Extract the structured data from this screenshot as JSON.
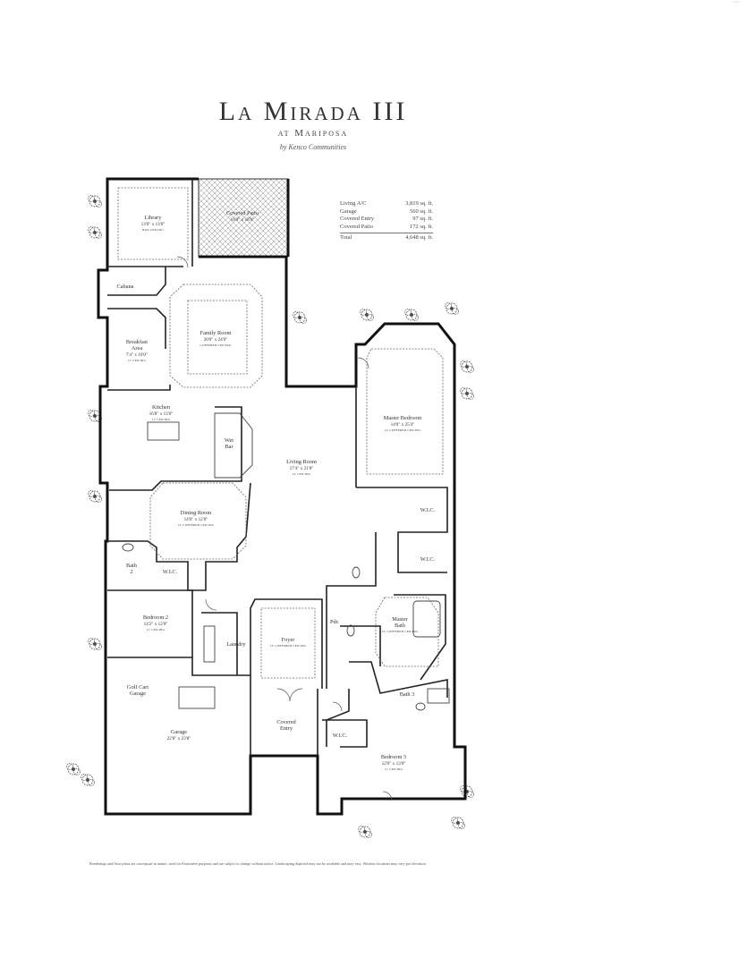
{
  "header": {
    "title": "La Mirada III",
    "subtitle": "at Mariposa",
    "byline": "by Kenco Communities"
  },
  "areas": [
    {
      "label": "Living A/C",
      "value": "3,819 sq. ft."
    },
    {
      "label": "Garage",
      "value": "560 sq. ft."
    },
    {
      "label": "Covered Entry",
      "value": "97 sq. ft."
    },
    {
      "label": "Covered Patio",
      "value": "172 sq. ft."
    }
  ],
  "total": {
    "label": "Total",
    "value": "4,648 sq. ft."
  },
  "rooms": {
    "library": {
      "name": "Library",
      "dims": "13'0\" x 13'0\"",
      "ceiling": "BOX CEILING"
    },
    "covered_patio": {
      "name": "Covered Patio",
      "dims": "14'0\" x 18'0\""
    },
    "cabana": {
      "name": "Cabana"
    },
    "family_room": {
      "name": "Family Room",
      "dims": "20'0\" x 24'0\"",
      "ceiling": "COFFERED CEILING"
    },
    "breakfast": {
      "name": "Breakfast",
      "name2": "Area",
      "dims": "7'4\" x 10'0\"",
      "ceiling": "11' CEILING"
    },
    "kitchen": {
      "name": "Kitchen",
      "dims": "16'8\" x 13'0\"",
      "ceiling": "11' CEILING"
    },
    "wet_bar": {
      "name": "Wet",
      "name2": "Bar"
    },
    "living_room": {
      "name": "Living Room",
      "dims": "17'4\" x 21'8\"",
      "ceiling": "14' CEILING"
    },
    "master_bedroom": {
      "name": "Master Bedroom",
      "dims": "14'0\" x 25'4\"",
      "ceiling": "12' COFFERED CEILING"
    },
    "dining_room": {
      "name": "Dining Room",
      "dims": "14'0\" x 12'0\"",
      "ceiling": "12' COFFERED CEILING"
    },
    "wic_1": {
      "name": "W.I.C."
    },
    "wic_2": {
      "name": "W.I.C."
    },
    "wic_3": {
      "name": "W.I.C."
    },
    "wic_4": {
      "name": "W.I.C."
    },
    "bath_2": {
      "name": "Bath",
      "name2": "2"
    },
    "bedroom_2": {
      "name": "Bedroom 2",
      "dims": "14'2\" x 12'0\"",
      "ceiling": "11' CEILING"
    },
    "laundry": {
      "name": "Laundry"
    },
    "foyer": {
      "name": "Foyer",
      "ceiling": "13' COFFERED CEILING"
    },
    "pdr": {
      "name": "Pdr."
    },
    "master_bath": {
      "name": "Master",
      "name2": "Bath",
      "ceiling": "10' COFFERED CEILING"
    },
    "golf_cart_garage": {
      "name": "Golf Cart",
      "name2": "Garage"
    },
    "garage": {
      "name": "Garage",
      "dims": "22'8\" x 23'8\""
    },
    "covered_entry": {
      "name": "Covered",
      "name2": "Entry"
    },
    "bath_3": {
      "name": "Bath 3"
    },
    "bedroom_3": {
      "name": "Bedroom 3",
      "dims": "12'0\" x 13'0\"",
      "ceiling": "11' CEILING"
    }
  },
  "disclaimer": "Renderings and floor plans are conceptual in nature, used for illustrative purposes and are subject to change without notice. Landscaping depicted may not be available and may vary. Window locations may vary per elevation.",
  "corner_mark": "····"
}
